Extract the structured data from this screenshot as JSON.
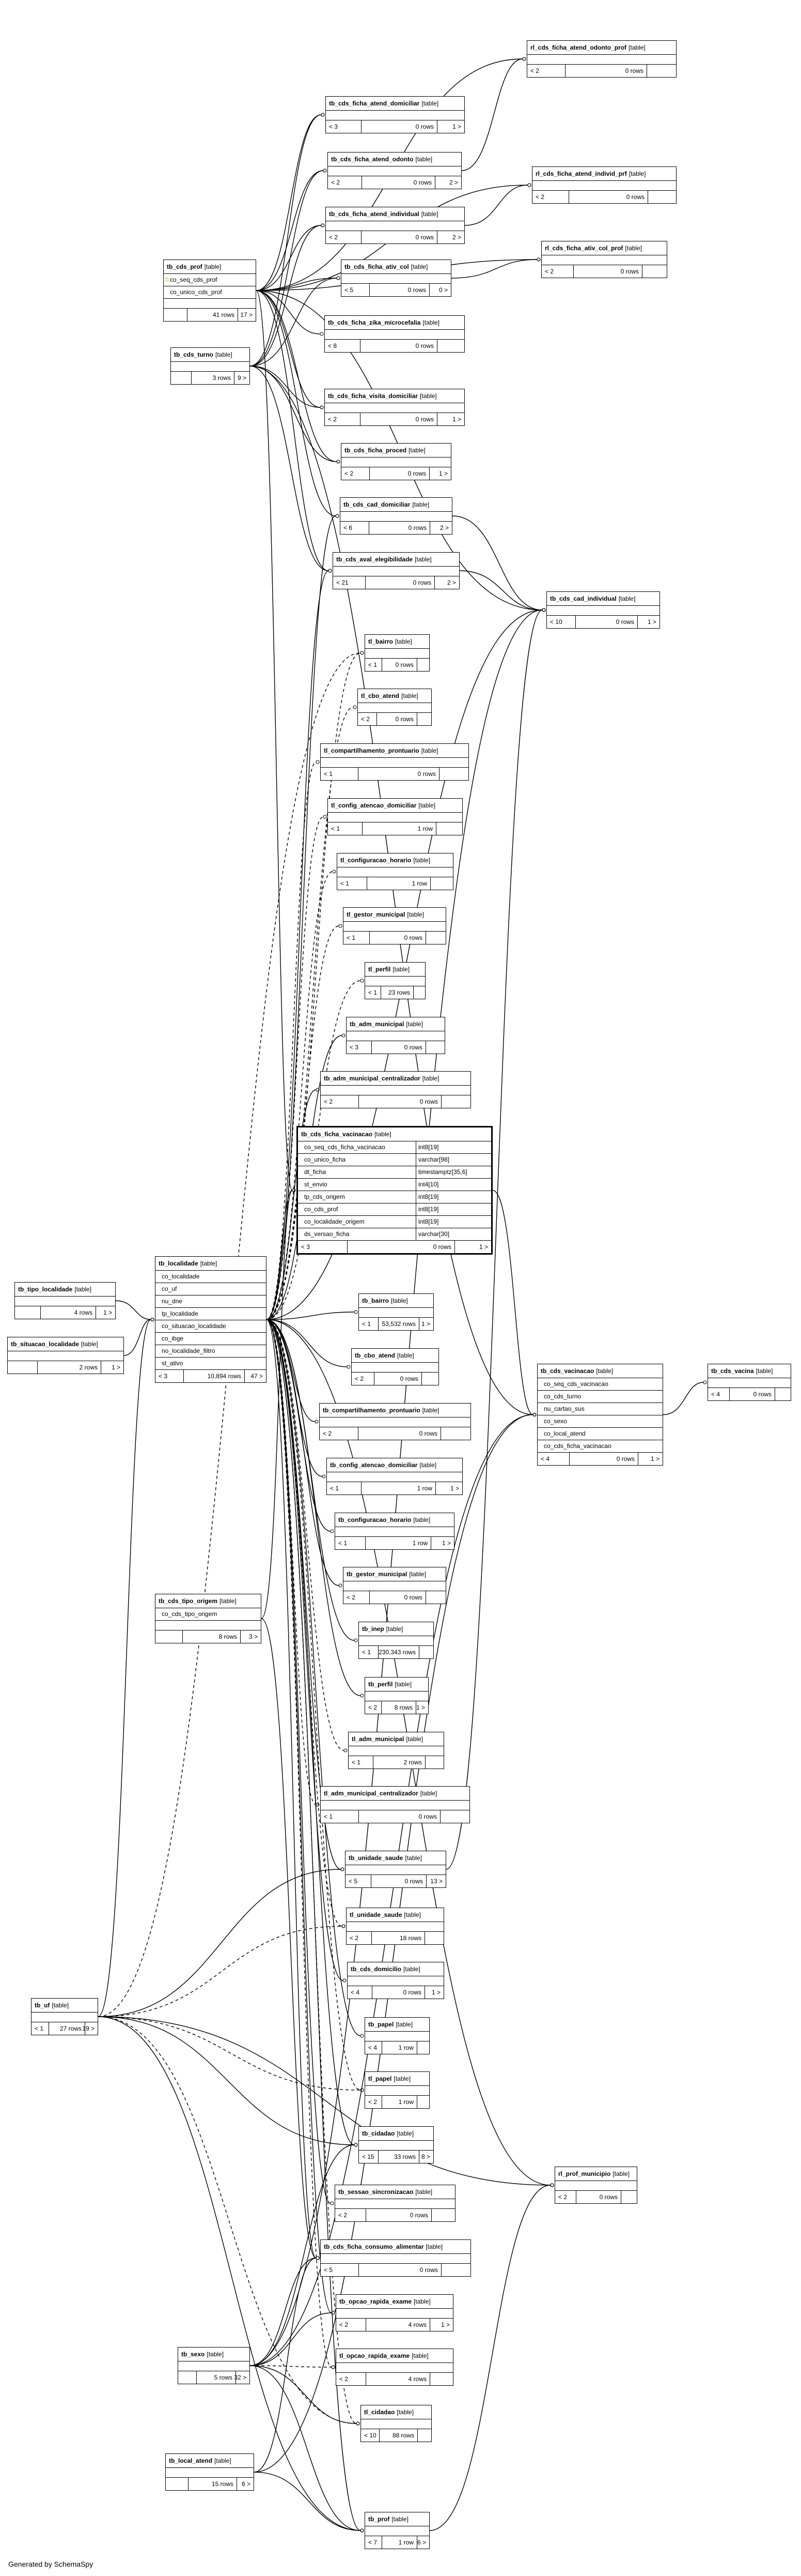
{
  "generated_by": "Generated by SchemaSpy",
  "type_label": "[table]",
  "tables": [
    {
      "name": "rl_cds_ficha_atend_odonto_prof",
      "parents": "",
      "rows": "0 rows",
      "children": "",
      "cols": [],
      "key": "",
      "cols2": [],
      "blank": true,
      "left": "< 2"
    },
    {
      "name": "tb_cds_ficha_atend_domiciliar",
      "left": "< 3",
      "rows": "0 rows",
      "children": "1 >",
      "cols": [],
      "blank": true
    },
    {
      "name": "tb_cds_ficha_atend_odonto",
      "left": "< 2",
      "rows": "0 rows",
      "children": "2 >",
      "cols": [],
      "blank": true
    },
    {
      "name": "rl_cds_ficha_atend_individ_prf",
      "left": "< 2",
      "rows": "0 rows",
      "children": "",
      "cols": [],
      "blank": true
    },
    {
      "name": "tb_cds_ficha_atend_individual",
      "left": "< 2",
      "rows": "0 rows",
      "children": "2 >",
      "cols": [],
      "blank": true
    },
    {
      "name": "rl_cds_ficha_ativ_col_prof",
      "left": "< 2",
      "rows": "0 rows",
      "children": "",
      "cols": [],
      "blank": true
    },
    {
      "name": "tb_cds_prof",
      "left": "",
      "rows": "41 rows",
      "children": "17 >",
      "cols": [
        "co_seq_cds_prof",
        "co_unico_cds_prof"
      ],
      "keycol": 0,
      "blank": true
    },
    {
      "name": "tb_cds_ficha_ativ_col",
      "left": "< 5",
      "rows": "0 rows",
      "children": "0 >",
      "cols": [],
      "blank": true
    },
    {
      "name": "tb_cds_turno",
      "left": "",
      "rows": "3 rows",
      "children": "9 >",
      "cols": [],
      "blank": true
    },
    {
      "name": "tb_cds_ficha_zika_microcefalia",
      "left": "< 8",
      "rows": "0 rows",
      "children": "",
      "cols": [],
      "blank": true
    },
    {
      "name": "tb_cds_ficha_visita_domiciliar",
      "left": "< 2",
      "rows": "0 rows",
      "children": "1 >",
      "cols": [],
      "blank": true
    },
    {
      "name": "tb_cds_ficha_proced",
      "left": "< 2",
      "rows": "0 rows",
      "children": "1 >",
      "cols": [],
      "blank": true
    },
    {
      "name": "tb_cds_cad_domiciliar",
      "left": "< 6",
      "rows": "0 rows",
      "children": "2 >",
      "cols": [],
      "blank": true
    },
    {
      "name": "tb_cds_aval_elegibilidade",
      "left": "< 21",
      "rows": "0 rows",
      "children": "2 >",
      "cols": [],
      "blank": true
    },
    {
      "name": "tb_cds_cad_individual",
      "left": "< 10",
      "rows": "0 rows",
      "children": "1 >",
      "cols": [],
      "blank": true
    },
    {
      "name": "tl_bairro",
      "left": "< 1",
      "rows": "0 rows",
      "children": "",
      "cols": [],
      "blank": true
    },
    {
      "name": "tl_cbo_atend",
      "left": "< 2",
      "rows": "0 rows",
      "children": "",
      "cols": [],
      "blank": true
    },
    {
      "name": "tl_compartilhamento_prontuario",
      "left": "< 1",
      "rows": "0 rows",
      "children": "",
      "cols": [],
      "blank": true
    },
    {
      "name": "tl_config_atencao_domiciliar",
      "left": "< 1",
      "rows": "1 row",
      "children": "",
      "cols": [],
      "blank": true
    },
    {
      "name": "tl_configuracao_horario",
      "left": "< 1",
      "rows": "1 row",
      "children": "",
      "cols": [],
      "blank": true
    },
    {
      "name": "tl_gestor_municipal",
      "left": "< 1",
      "rows": "0 rows",
      "children": "",
      "cols": [],
      "blank": true
    },
    {
      "name": "tl_perfil",
      "left": "< 1",
      "rows": "23 rows",
      "children": "",
      "cols": [],
      "blank": true
    },
    {
      "name": "tb_adm_municipal",
      "left": "< 3",
      "rows": "0 rows",
      "children": "",
      "cols": [],
      "blank": true
    },
    {
      "name": "tb_adm_municipal_centralizador",
      "left": "< 2",
      "rows": "0 rows",
      "children": "",
      "cols": [],
      "blank": true
    },
    {
      "name": "tb_cds_ficha_vacinacao",
      "left": "< 3",
      "rows": "0 rows",
      "children": "1 >",
      "blank": false,
      "cols": [
        "co_seq_cds_ficha_vacinacao",
        "co_unico_ficha",
        "dt_ficha",
        "st_envio",
        "tp_cds_origem",
        "co_cds_prof",
        "co_localidade_origem",
        "ds_versao_ficha"
      ],
      "types": [
        "int8[19]",
        "varchar[98]",
        "timestamptz[35,6]",
        "int4[10]",
        "int8[19]",
        "int8[19]",
        "int8[19]",
        "varchar[30]"
      ]
    },
    {
      "name": "tb_tipo_localidade",
      "left": "",
      "rows": "4 rows",
      "children": "1 >",
      "cols": [],
      "blank": true
    },
    {
      "name": "tb_situacao_localidade",
      "left": "",
      "rows": "2 rows",
      "children": "1 >",
      "cols": [],
      "blank": true
    },
    {
      "name": "tb_localidade",
      "left": "< 3",
      "rows": "10,894 rows",
      "children": "47 >",
      "blank": false,
      "cols": [
        "co_localidade",
        "co_uf",
        "nu_dne",
        "tp_localidade",
        "co_situacao_localidade",
        "co_ibge",
        "no_localidade_filtro",
        "st_ativo"
      ]
    },
    {
      "name": "tb_bairro",
      "left": "< 1",
      "rows": "53,532 rows",
      "children": "1 >",
      "cols": [],
      "blank": true
    },
    {
      "name": "tb_cbo_atend",
      "left": "< 2",
      "rows": "0 rows",
      "children": "",
      "cols": [],
      "blank": true
    },
    {
      "name": "tb_compartilhamento_prontuario",
      "left": "< 2",
      "rows": "0 rows",
      "children": "",
      "cols": [],
      "blank": true
    },
    {
      "name": "tb_config_atencao_domiciliar",
      "left": "< 1",
      "rows": "1 row",
      "children": "1 >",
      "cols": [],
      "blank": true
    },
    {
      "name": "tb_configuracao_horario",
      "left": "< 1",
      "rows": "1 row",
      "children": "1 >",
      "cols": [],
      "blank": true
    },
    {
      "name": "tb_gestor_municipal",
      "left": "< 2",
      "rows": "0 rows",
      "children": "",
      "cols": [],
      "blank": true
    },
    {
      "name": "tb_cds_vacinacao",
      "left": "< 4",
      "rows": "0 rows",
      "children": "1 >",
      "blank": false,
      "cols": [
        "co_seq_cds_vacinacao",
        "co_cds_turno",
        "nu_cartao_sus",
        "co_sexo",
        "co_local_atend",
        "co_cds_ficha_vacinacao"
      ]
    },
    {
      "name": "tb_cds_vacina",
      "left": "< 4",
      "rows": "0 rows",
      "children": "",
      "cols": [],
      "blank": true
    },
    {
      "name": "tb_cds_tipo_origem",
      "left": "",
      "rows": "8 rows",
      "children": "3 >",
      "cols": [
        "co_cds_tipo_origem"
      ],
      "blank": true
    },
    {
      "name": "tb_inep",
      "left": "< 1",
      "rows": "230,343 rows",
      "children": "",
      "cols": [],
      "blank": true
    },
    {
      "name": "tb_perfil",
      "left": "< 2",
      "rows": "8 rows",
      "children": "1 >",
      "cols": [],
      "blank": true
    },
    {
      "name": "tl_adm_municipal",
      "left": "< 1",
      "rows": "2 rows",
      "children": "",
      "cols": [],
      "blank": true
    },
    {
      "name": "tl_adm_municipal_centralizador",
      "left": "< 1",
      "rows": "0 rows",
      "children": "",
      "cols": [],
      "blank": true
    },
    {
      "name": "tb_unidade_saude",
      "left": "< 5",
      "rows": "0 rows",
      "children": "13 >",
      "cols": [],
      "blank": true
    },
    {
      "name": "tl_unidade_saude",
      "left": "< 2",
      "rows": "18 rows",
      "children": "",
      "cols": [],
      "blank": true
    },
    {
      "name": "tb_cds_domicilio",
      "left": "< 4",
      "rows": "0 rows",
      "children": "1 >",
      "cols": [],
      "blank": true
    },
    {
      "name": "tb_uf",
      "left": "< 1",
      "rows": "27 rows",
      "children": "19 >",
      "cols": [],
      "blank": true
    },
    {
      "name": "tb_papel",
      "left": "< 4",
      "rows": "1 row",
      "children": "",
      "cols": [],
      "blank": true
    },
    {
      "name": "tl_papel",
      "left": "< 2",
      "rows": "1 row",
      "children": "",
      "cols": [],
      "blank": true
    },
    {
      "name": "tb_cidadao",
      "left": "< 15",
      "rows": "33 rows",
      "children": "8 >",
      "cols": [],
      "blank": true
    },
    {
      "name": "rl_prof_municipio",
      "left": "< 2",
      "rows": "0 rows",
      "children": "",
      "cols": [],
      "blank": true
    },
    {
      "name": "tb_sessao_sincronizacao",
      "left": "< 2",
      "rows": "0 rows",
      "children": "",
      "cols": [],
      "blank": true
    },
    {
      "name": "tb_cds_ficha_consumo_alimentar",
      "left": "< 5",
      "rows": "0 rows",
      "children": "",
      "cols": [],
      "blank": true
    },
    {
      "name": "tb_opcao_rapida_exame",
      "left": "< 2",
      "rows": "4 rows",
      "children": "1 >",
      "cols": [],
      "blank": true
    },
    {
      "name": "tl_opcao_rapida_exame",
      "left": "< 2",
      "rows": "4 rows",
      "children": "",
      "cols": [],
      "blank": true
    },
    {
      "name": "tb_sexo",
      "left": "",
      "rows": "5 rows",
      "children": "32 >",
      "cols": [],
      "blank": true
    },
    {
      "name": "tl_cidadao",
      "left": "< 10",
      "rows": "88 rows",
      "children": "",
      "cols": [],
      "blank": true
    },
    {
      "name": "tb_local_atend",
      "left": "",
      "rows": "15 rows",
      "children": "6 >",
      "cols": [],
      "blank": true
    },
    {
      "name": "tb_prof",
      "left": "< 7",
      "rows": "1 row",
      "children": "6 >",
      "cols": [],
      "blank": true
    }
  ]
}
